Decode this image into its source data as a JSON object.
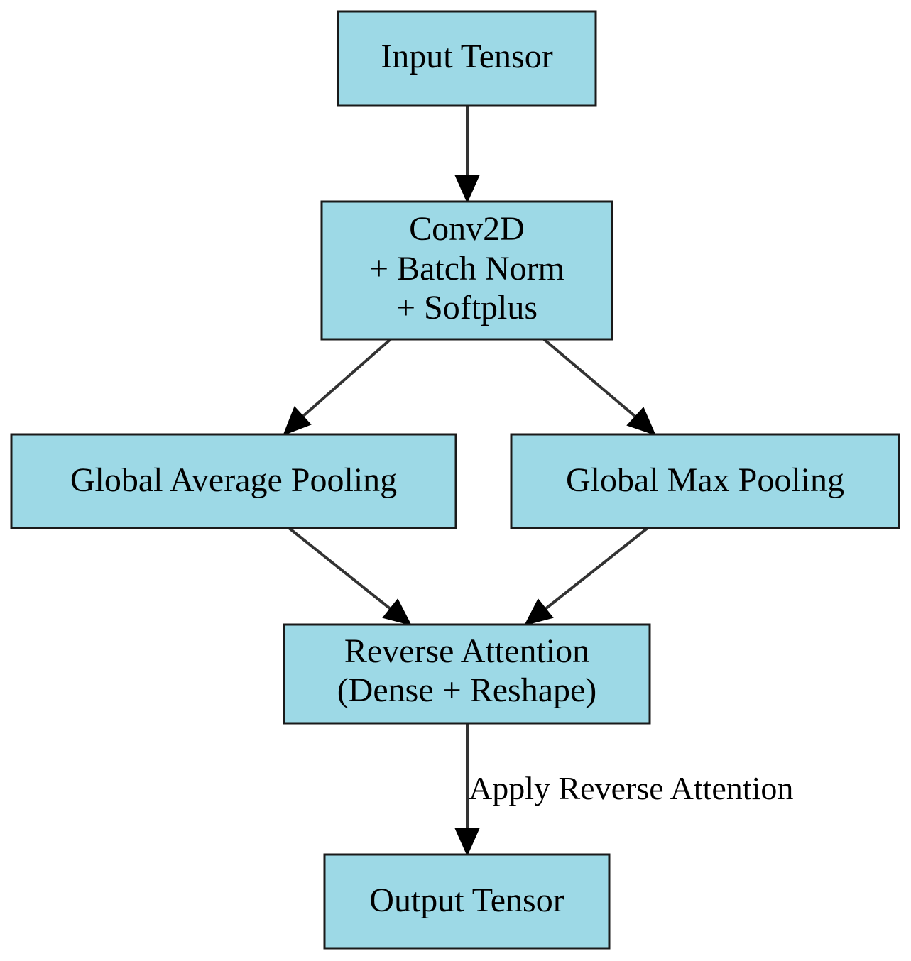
{
  "diagram": {
    "colors": {
      "node_fill": "#9dd9e6",
      "node_stroke": "#1a1a1a",
      "edge": "#333333",
      "arrowhead": "#000000"
    },
    "nodes": {
      "input": {
        "lines": [
          "Input Tensor"
        ]
      },
      "conv": {
        "lines": [
          "Conv2D",
          "+ Batch Norm",
          "+ Softplus"
        ]
      },
      "gap": {
        "lines": [
          "Global Average Pooling"
        ]
      },
      "gmp": {
        "lines": [
          "Global Max Pooling"
        ]
      },
      "reverse": {
        "lines": [
          "Reverse Attention",
          "(Dense + Reshape)"
        ]
      },
      "output": {
        "lines": [
          "Output Tensor"
        ]
      }
    },
    "edges": [
      {
        "from": "input",
        "to": "conv",
        "label": ""
      },
      {
        "from": "conv",
        "to": "gap",
        "label": ""
      },
      {
        "from": "conv",
        "to": "gmp",
        "label": ""
      },
      {
        "from": "gap",
        "to": "reverse",
        "label": ""
      },
      {
        "from": "gmp",
        "to": "reverse",
        "label": ""
      },
      {
        "from": "reverse",
        "to": "output",
        "label": "Apply Reverse Attention"
      }
    ]
  }
}
